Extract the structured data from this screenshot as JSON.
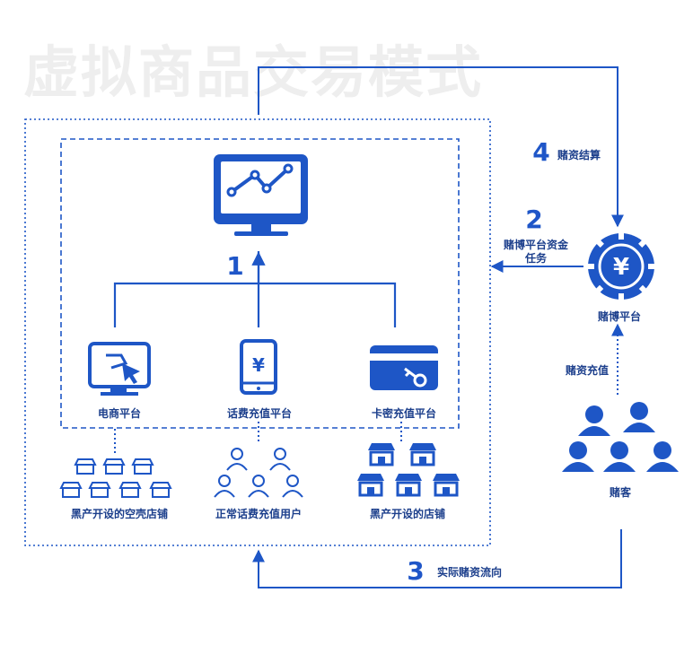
{
  "title": "虚拟商品交易模式",
  "step1": {
    "num": "1"
  },
  "step2": {
    "num": "2",
    "label_line1": "赌博平台资金",
    "label_line2": "任务"
  },
  "step3": {
    "num": "3",
    "label": "实际赌资流向"
  },
  "step4": {
    "num": "4",
    "label": "赌资结算"
  },
  "platforms": {
    "ecommerce": "电商平台",
    "phone": "话费充值平台",
    "card": "卡密充值平台"
  },
  "bottom": {
    "empty_shops": "黑产开设的空壳店铺",
    "normal_users": "正常话费充值用户",
    "shops": "黑产开设的店铺"
  },
  "right": {
    "gambling_platform": "赌博平台",
    "gambling_topup": "赌资充值",
    "gamblers": "赌客",
    "yen_symbol": "¥"
  },
  "colors": {
    "primary": "#1e56c6",
    "dark": "#1a3f8d",
    "title": "#eeeeee"
  }
}
